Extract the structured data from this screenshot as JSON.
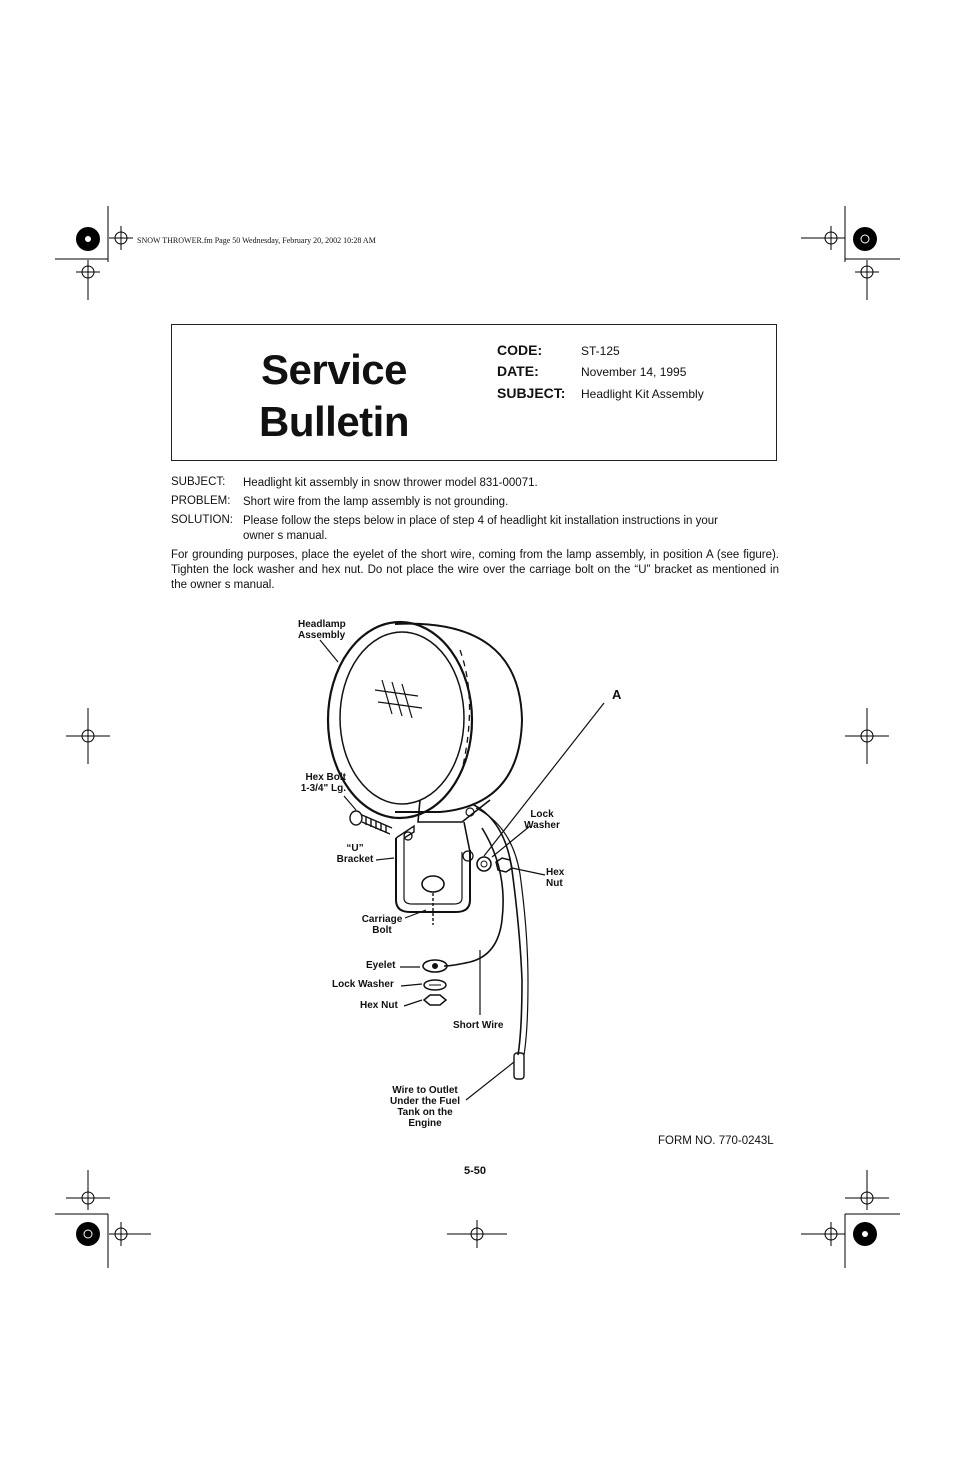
{
  "print_header": "SNOW THROWER.fm  Page 50  Wednesday, February 20, 2002  10:28 AM",
  "bulletin": {
    "title_line1": "Service",
    "title_line2": "Bulletin",
    "code_label": "CODE:",
    "code_value": "ST-125",
    "date_label": "DATE:",
    "date_value": "November 14, 1995",
    "subject_label": "SUBJECT:",
    "subject_value": "Headlight Kit Assembly"
  },
  "details": {
    "subject_label": "SUBJECT:",
    "subject_text": "Headlight kit assembly in snow thrower model 831-00071.",
    "problem_label": "PROBLEM:",
    "problem_text": "Short wire from the lamp assembly is not grounding.",
    "solution_label": "SOLUTION:",
    "solution_text_line1": "Please follow the steps below in place of step 4 of headlight kit installation instructions in your",
    "solution_text_line2": "owner s manual."
  },
  "paragraph": "For grounding purposes, place the eyelet of the short wire, coming from the lamp assembly, in position A (see figure). Tighten the lock washer and hex nut. Do not place the wire over the carriage bolt on the “U” bracket as mentioned in the owner s manual.",
  "figure_labels": {
    "headlamp_1": "Headlamp",
    "headlamp_2": "Assembly",
    "point_a": "A",
    "hex_bolt_1": "Hex Bolt",
    "hex_bolt_2": "1-3/4\" Lg.",
    "lock_washer_top_1": "Lock",
    "lock_washer_top_2": "Washer",
    "u_bracket_1": "“U”",
    "u_bracket_2": "Bracket",
    "hex_nut_top_1": "Hex",
    "hex_nut_top_2": "Nut",
    "carriage_bolt_1": "Carriage",
    "carriage_bolt_2": "Bolt",
    "eyelet": "Eyelet",
    "lock_washer": "Lock Washer",
    "hex_nut": "Hex Nut",
    "short_wire": "Short Wire",
    "wire_outlet_1": "Wire to Outlet",
    "wire_outlet_2": "Under the Fuel",
    "wire_outlet_3": "Tank on the",
    "wire_outlet_4": "Engine"
  },
  "form_number": "FORM NO. 770-0243L",
  "page_number": "5-50"
}
